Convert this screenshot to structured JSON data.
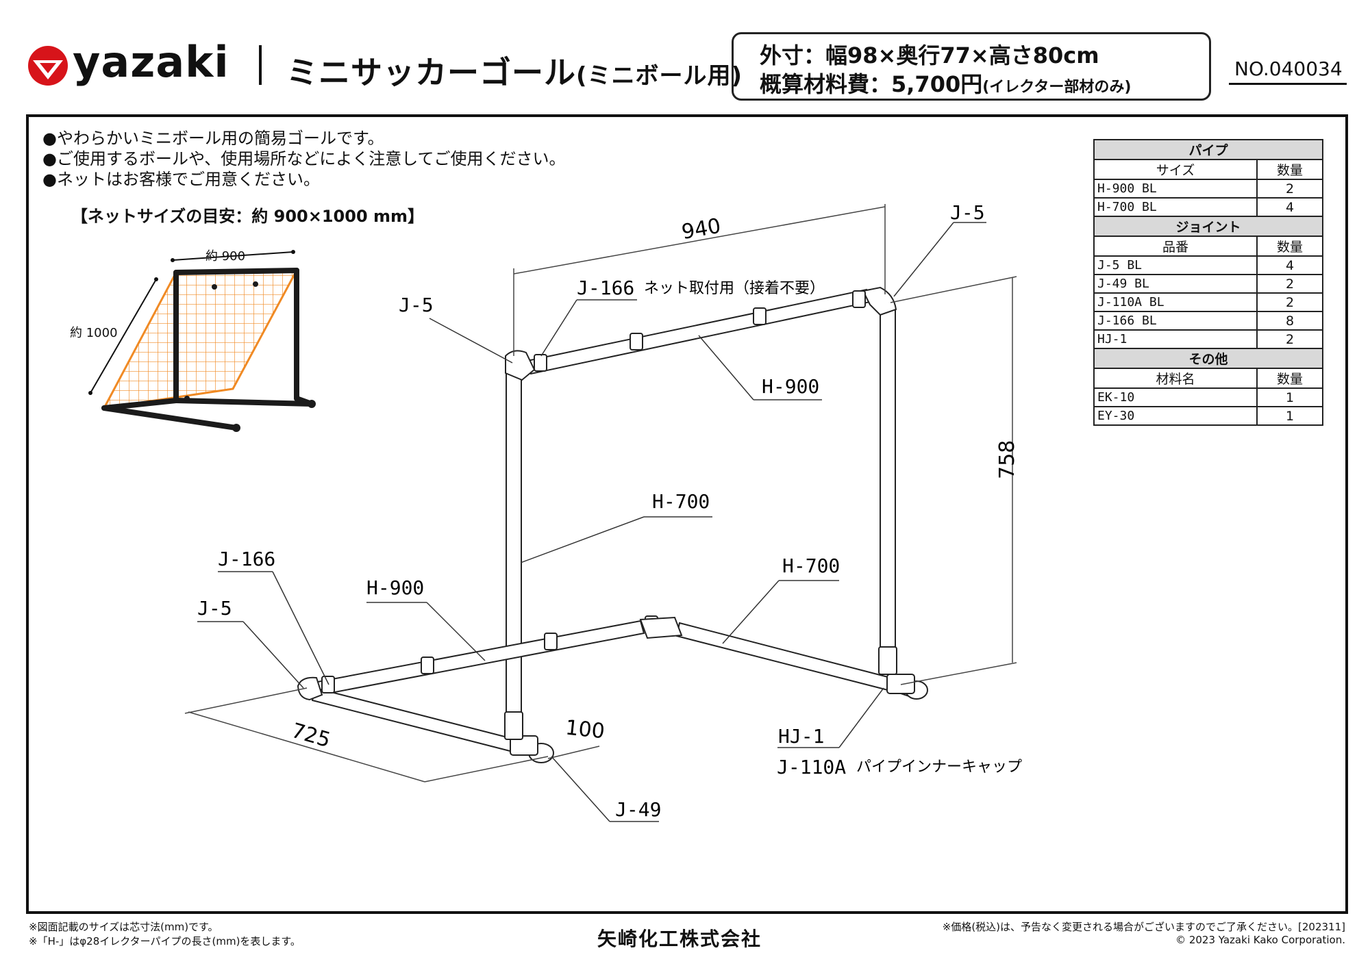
{
  "header": {
    "brand": "yazaki",
    "title_main": "ミニサッカーゴール",
    "title_sub": "(ミニボール用)",
    "spec_line1": "外寸：幅98×奥行77×高さ80cm",
    "spec_cost_label": "概算材料費：5,700円",
    "spec_cost_note": "(イレクター部材のみ)",
    "doc_number": "NO.040034"
  },
  "notes": [
    "●やわらかいミニボール用の簡易ゴールです。",
    "●ご使用するボールや、使用場所などによく注意してご使用ください。",
    "●ネットはお客様でご用意ください。"
  ],
  "net_size": {
    "heading": "【ネットサイズの目安：約 900×1000 mm】",
    "width_label": "約 900",
    "height_label": "約 1000"
  },
  "parts": {
    "pipe": {
      "section": "パイプ",
      "col_name": "サイズ",
      "col_qty": "数量",
      "rows": [
        {
          "name": "H-900 BL",
          "qty": "2"
        },
        {
          "name": "H-700 BL",
          "qty": "4"
        }
      ]
    },
    "joint": {
      "section": "ジョイント",
      "col_name": "品番",
      "col_qty": "数量",
      "rows": [
        {
          "name": "J-5 BL",
          "qty": "4"
        },
        {
          "name": "J-49 BL",
          "qty": "2"
        },
        {
          "name": "J-110A BL",
          "qty": "2"
        },
        {
          "name": "J-166 BL",
          "qty": "8"
        },
        {
          "name": "HJ-1",
          "qty": "2"
        }
      ]
    },
    "other": {
      "section": "その他",
      "col_name": "材料名",
      "col_qty": "数量",
      "rows": [
        {
          "name": "EK-10",
          "qty": "1"
        },
        {
          "name": "EY-30",
          "qty": "1"
        }
      ]
    }
  },
  "diagram": {
    "dim_width": "940",
    "dim_height": "758",
    "dim_depth": "725",
    "dim_end": "100",
    "labels": {
      "j5_top_left": "J-5",
      "j5_top_right": "J-5",
      "j166_top": "J-166",
      "j166_top_note": "ネット取付用（接着不要）",
      "h900_top": "H-900",
      "h700_mid": "H-700",
      "h700_right": "H-700",
      "j166_bottom": "J-166",
      "h900_bottom": "H-900",
      "j5_bottom": "J-5",
      "hj1": "HJ-1",
      "j110a": "J-110A",
      "j110a_note": "パイプインナーキャップ",
      "j49": "J-49"
    }
  },
  "footer": {
    "note1": "※図面記載のサイズは芯寸法(mm)です。",
    "note2": "※「H-」はφ28イレクターパイプの長さ(mm)を表します。",
    "company": "矢崎化工株式会社",
    "price_note": "※価格(税込)は、予告なく変更される場合がございますのでご了承ください。[202311]",
    "copyright": "© 2023 Yazaki Kako  Corporation."
  },
  "colors": {
    "logo_red": "#d7141a",
    "net_orange": "#f08a24",
    "table_header_gray": "#d9d9d9",
    "line": "#222222"
  }
}
